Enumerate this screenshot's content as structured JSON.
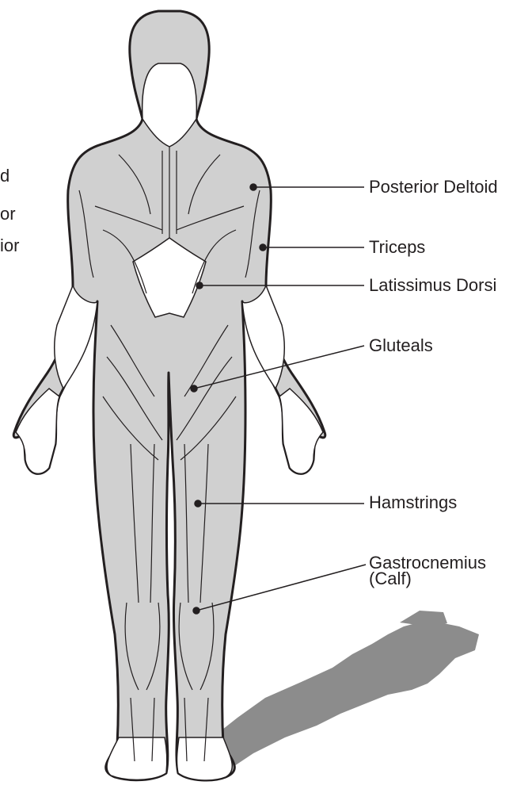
{
  "colors": {
    "muscle": "#d0d0d0",
    "outline": "#231f20",
    "shadow": "#8c8c8c",
    "skin": "#ffffff"
  },
  "labels": {
    "posterior_deltoid": "Posterior Deltoid",
    "triceps": "Triceps",
    "latissimus_dorsi": "Latissimus Dorsi",
    "gluteals": "Gluteals",
    "hamstrings": "Hamstrings",
    "gastrocnemius_line1": "Gastrocnemius",
    "gastrocnemius_line2": "(Calf)"
  },
  "cropped_left_labels": {
    "line1": "d",
    "line2": "or",
    "line3": "ior"
  }
}
